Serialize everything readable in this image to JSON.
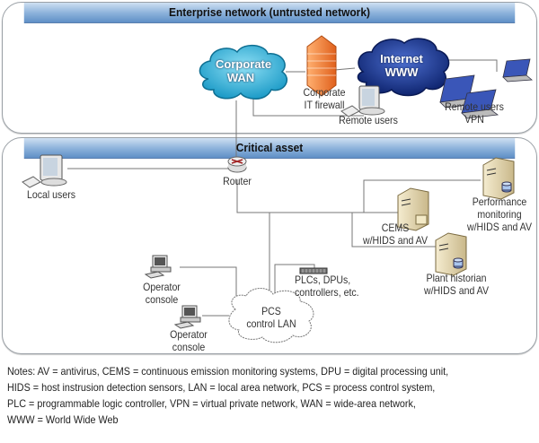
{
  "zones": {
    "enterprise": {
      "title": "Enterprise network (untrusted network)"
    },
    "critical": {
      "title": "Critical asset"
    }
  },
  "nodes": {
    "corporate_wan": {
      "line1": "Corporate",
      "line2": "WAN",
      "icon": "cloud-icon",
      "color": "#3cb4d8"
    },
    "internet": {
      "line1": "Internet",
      "line2": "WWW",
      "icon": "cloud-icon",
      "color": "#1f3f9a"
    },
    "firewall": {
      "line1": "Corporate",
      "line2": "IT firewall",
      "icon": "firewall-icon",
      "color": "#f08a3a"
    },
    "remote_users": {
      "label": "Remote users",
      "icon": "desktop-computer-icon"
    },
    "remote_vpn": {
      "line1": "Remote users",
      "line2": "VPN",
      "icon": "laptop-icon"
    },
    "local_users": {
      "label": "Local users",
      "icon": "desktop-computer-icon"
    },
    "router": {
      "label": "Router",
      "icon": "router-icon"
    },
    "performance": {
      "line1": "Performance",
      "line2": "monitoring",
      "line3": "w/HIDS and AV",
      "icon": "server-icon"
    },
    "cems": {
      "line1": "CEMS",
      "line2": "w/HIDS and AV",
      "icon": "server-icon"
    },
    "historian": {
      "line1": "Plant historian",
      "line2": "w/HIDS and AV",
      "icon": "server-icon"
    },
    "plcs": {
      "line1": "PLCs, DPUs,",
      "line2": "controllers, etc.",
      "icon": "plc-rack-icon"
    },
    "pcs_lan": {
      "line1": "PCS",
      "line2": "control LAN",
      "icon": "cloud-outline-icon"
    },
    "operator1": {
      "line1": "Operator",
      "line2": "console",
      "icon": "workstation-icon"
    },
    "operator2": {
      "line1": "Operator",
      "line2": "console",
      "icon": "workstation-icon"
    }
  },
  "notes": [
    "Notes: AV = antivirus, CEMS =  continuous emission monitoring systems, DPU = digital processing unit,",
    "HIDS = host instrusion detection sensors, LAN = local area network, PCS = process control system,",
    "PLC =  programmable logic controller, VPN = virtual private network, WAN = wide-area network,",
    "WWW = World Wide Web"
  ]
}
